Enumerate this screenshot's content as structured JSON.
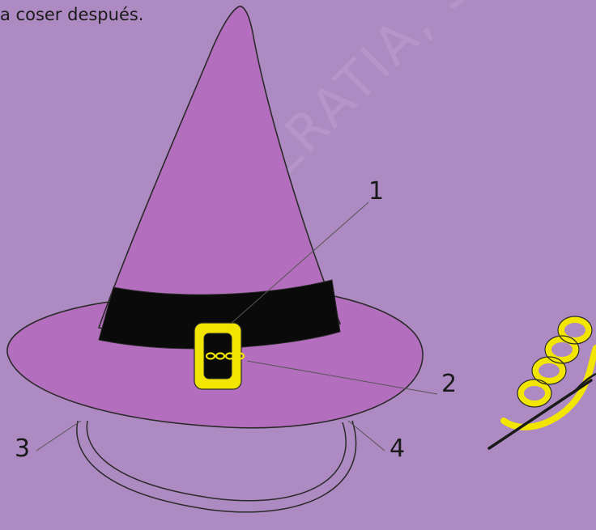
{
  "caption": "a coser después.",
  "callouts": [
    "1",
    "2",
    "3",
    "4"
  ],
  "watermark": "© FILRATIA, S.A.",
  "colors": {
    "background": "#ae8ac2",
    "hat": "#b46ebe",
    "band": "#0a0a0a",
    "buckle": "#f2e500",
    "outline": "#2a2a2a"
  },
  "icons": {
    "hat": "witch-hat-icon",
    "stitch": "chain-stitch-needle-icon"
  }
}
